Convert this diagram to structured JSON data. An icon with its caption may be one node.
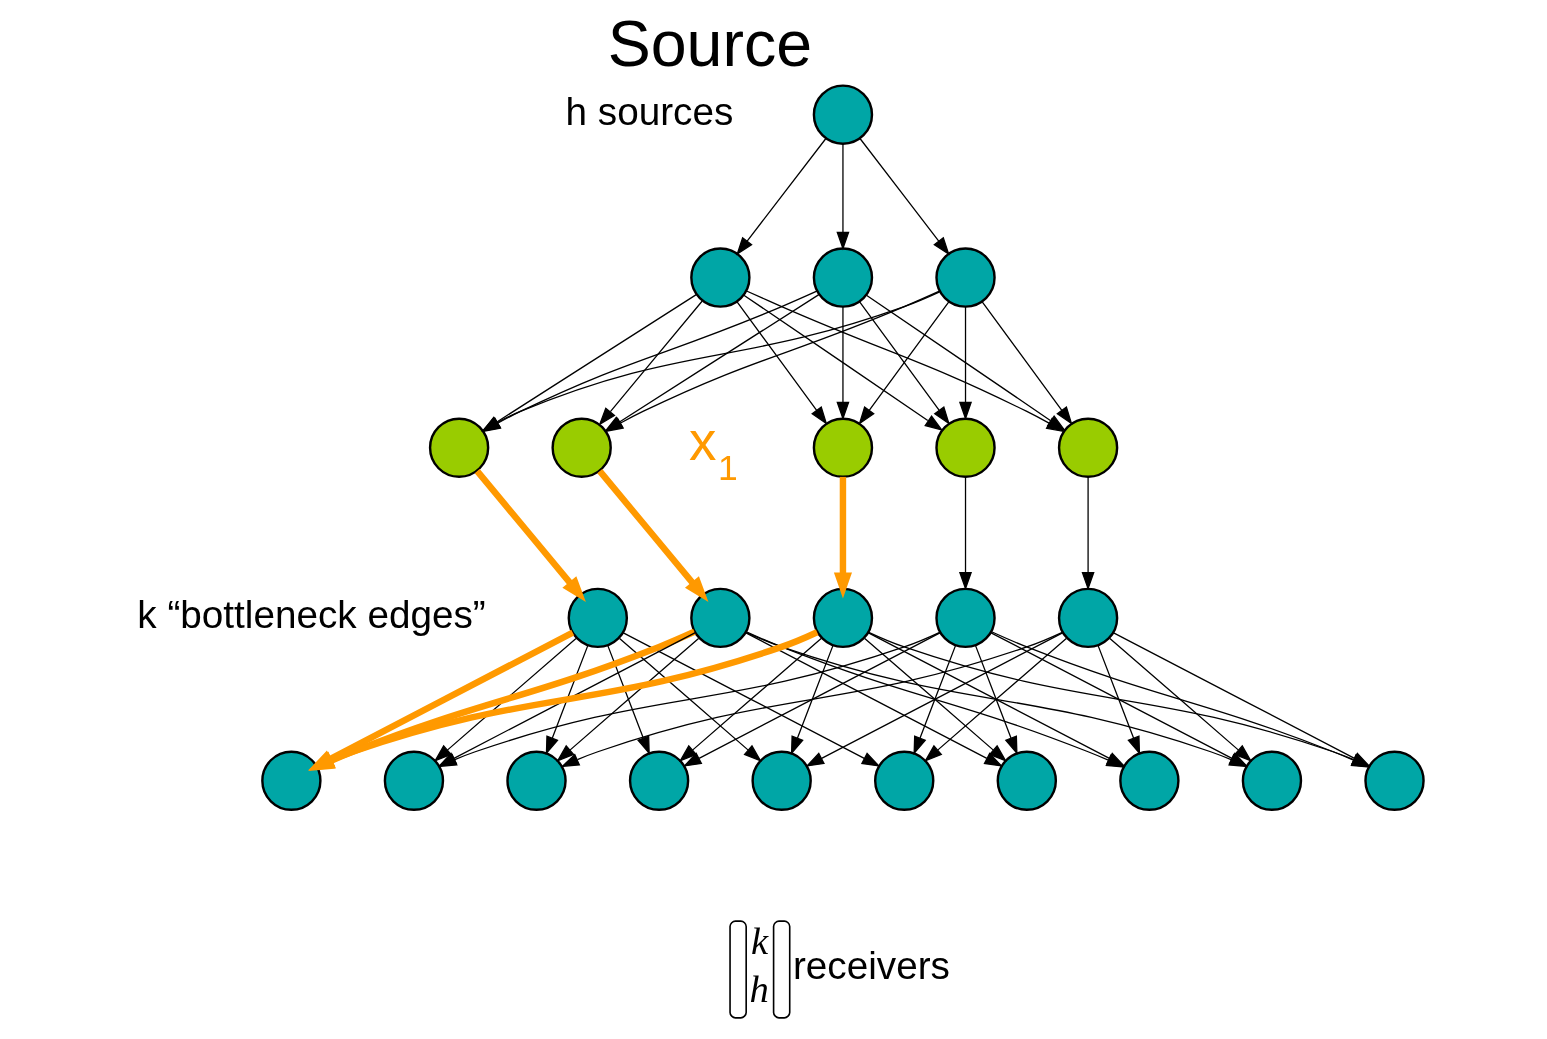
{
  "diagram": {
    "nodes": [
      {
        "text": [
          "Source"
        ]
      },
      {
        "text": [],
        "shape": "circle"
      },
      {
        "text": [],
        "shape": "circle"
      },
      {
        "text": [],
        "shape": "circle"
      },
      {
        "text": [],
        "shape": "circle"
      },
      {
        "text": [],
        "shape": "circle"
      },
      {
        "text": [],
        "shape": "circle"
      },
      {
        "text": [],
        "shape": "circle"
      },
      {
        "text": [],
        "shape": "circle"
      },
      {
        "text": [],
        "shape": "circle"
      },
      {
        "text": [],
        "shape": "circle"
      },
      {
        "text": [],
        "shape": "circle"
      },
      {
        "text": [],
        "shape": "circle"
      },
      {
        "text": [],
        "shape": "circle"
      },
      {
        "text": [],
        "shape": "circle"
      },
      {
        "text": [],
        "shape": "circle"
      },
      {
        "text": [],
        "shape": "circle"
      },
      {
        "text": [],
        "shape": "circle"
      },
      {
        "text": [],
        "shape": "circle"
      },
      {
        "text": [],
        "shape": "circle"
      },
      {
        "text": [],
        "shape": "circle"
      },
      {
        "text": [],
        "shape": "circle"
      },
      {
        "text": [],
        "shape": "circle"
      },
      {
        "text": [],
        "shape": "circle"
      }
    ],
    "edges": [
      {
        "from": 0,
        "to": 1,
        "arrow": "to"
      },
      {
        "from": 0,
        "to": 2,
        "arrow": "to"
      },
      {
        "from": 0,
        "to": 3,
        "arrow": "to"
      },
      {
        "from": 1,
        "to": 4,
        "arrow": "to"
      },
      {
        "from": 1,
        "to": 5,
        "arrow": "to"
      },
      {
        "from": 1,
        "to": 6,
        "arrow": "to"
      },
      {
        "from": 1,
        "to": 7,
        "arrow": "to"
      },
      {
        "from": 1,
        "to": 8,
        "arrow": "to"
      },
      {
        "from": 2,
        "to": 4,
        "arrow": "to"
      },
      {
        "from": 2,
        "to": 5,
        "arrow": "to"
      },
      {
        "from": 2,
        "to": 6,
        "arrow": "to"
      },
      {
        "from": 2,
        "to": 7,
        "arrow": "to"
      },
      {
        "from": 2,
        "to": 8,
        "arrow": "to"
      },
      {
        "from": 3,
        "to": 4,
        "arrow": "to"
      },
      {
        "from": 3,
        "to": 5,
        "arrow": "to"
      },
      {
        "from": 3,
        "to": 6,
        "arrow": "to"
      },
      {
        "from": 3,
        "to": 7,
        "arrow": "to"
      },
      {
        "from": 3,
        "to": 8,
        "arrow": "to"
      },
      {
        "from": 4,
        "to": 9,
        "arrow": "to",
        "style": "thick",
        "color": "#ff9900"
      },
      {
        "from": 5,
        "to": 10,
        "arrow": "to",
        "style": "thick",
        "color": "#ff9900"
      },
      {
        "from": 6,
        "to": 11,
        "arrow": "to",
        "style": "thick",
        "color": "#ff9900"
      },
      {
        "from": 7,
        "to": 12,
        "arrow": "to"
      },
      {
        "from": 8,
        "to": 13,
        "arrow": "to"
      },
      {
        "from": 9,
        "to": 14,
        "arrow": "to",
        "style": "thick",
        "color": "#ff9900"
      },
      {
        "from": 10,
        "to": 14,
        "arrow": "to",
        "style": "thick",
        "color": "#ff9900"
      },
      {
        "from": 11,
        "to": 14,
        "arrow": "to",
        "style": "thick",
        "color": "#ff9900"
      },
      {
        "from": 9,
        "to": 15,
        "arrow": "to"
      },
      {
        "from": 10,
        "to": 15,
        "arrow": "to"
      },
      {
        "from": 12,
        "to": 15,
        "arrow": "to"
      },
      {
        "from": 9,
        "to": 16,
        "arrow": "to"
      },
      {
        "from": 10,
        "to": 16,
        "arrow": "to"
      },
      {
        "from": 13,
        "to": 16,
        "arrow": "to"
      },
      {
        "from": 9,
        "to": 17,
        "arrow": "to"
      },
      {
        "from": 11,
        "to": 17,
        "arrow": "to"
      },
      {
        "from": 12,
        "to": 17,
        "arrow": "to"
      },
      {
        "from": 9,
        "to": 18,
        "arrow": "to"
      },
      {
        "from": 11,
        "to": 18,
        "arrow": "to"
      },
      {
        "from": 13,
        "to": 18,
        "arrow": "to"
      },
      {
        "from": 9,
        "to": 19,
        "arrow": "to"
      },
      {
        "from": 12,
        "to": 19,
        "arrow": "to"
      },
      {
        "from": 13,
        "to": 19,
        "arrow": "to"
      },
      {
        "from": 10,
        "to": 20,
        "arrow": "to"
      },
      {
        "from": 11,
        "to": 20,
        "arrow": "to"
      },
      {
        "from": 12,
        "to": 20,
        "arrow": "to"
      },
      {
        "from": 10,
        "to": 21,
        "arrow": "to"
      },
      {
        "from": 11,
        "to": 21,
        "arrow": "to"
      },
      {
        "from": 13,
        "to": 21,
        "arrow": "to"
      },
      {
        "from": 10,
        "to": 22,
        "arrow": "to"
      },
      {
        "from": 12,
        "to": 22,
        "arrow": "to"
      },
      {
        "from": 13,
        "to": 22,
        "arrow": "to"
      },
      {
        "from": 11,
        "to": 23,
        "arrow": "to"
      },
      {
        "from": 12,
        "to": 23,
        "arrow": "to"
      },
      {
        "from": 13,
        "to": 23,
        "arrow": "to"
      }
    ],
    "labels": [
      "h sources",
      "k “bottleneck edges”",
      "x$_{1}$",
      "k",
      "h",
      "receivers"
    ]
  }
}
